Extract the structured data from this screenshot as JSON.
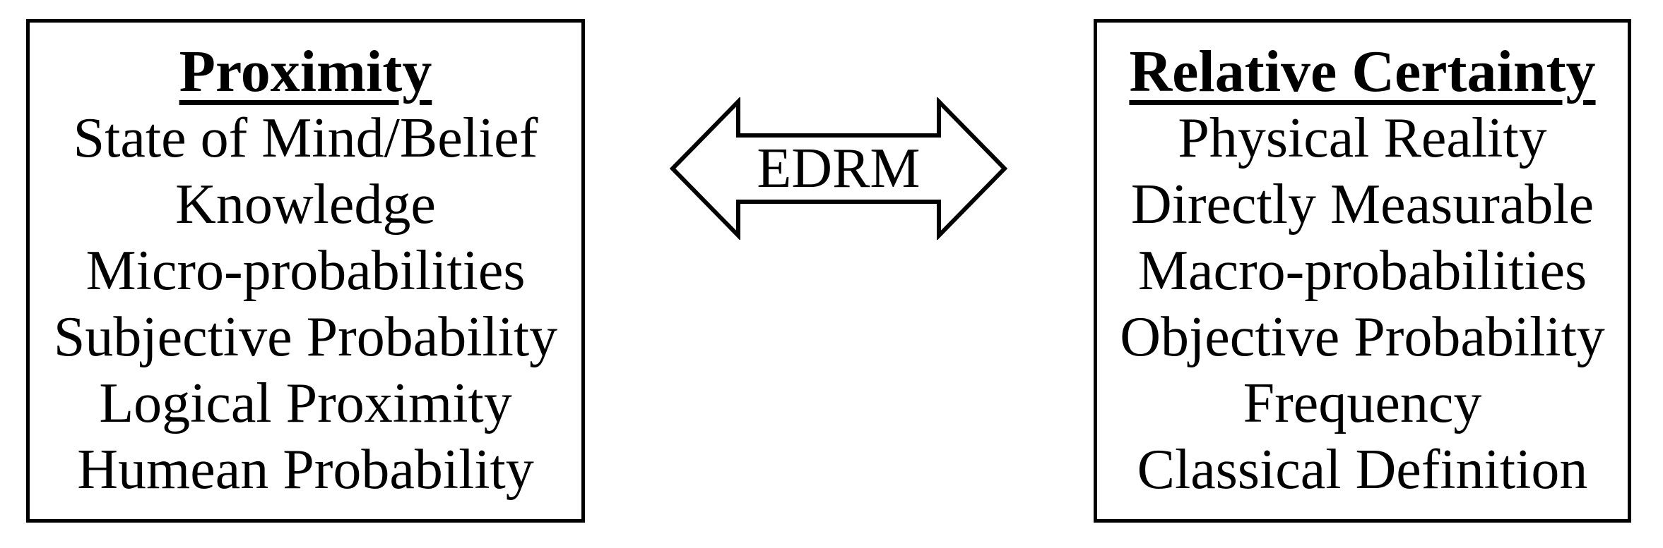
{
  "diagram": {
    "left_box": {
      "title": "Proximity",
      "items": [
        "State of Mind/Belief",
        "Knowledge",
        "Micro-probabilities",
        "Subjective Probability",
        "Logical Proximity",
        "Humean Probability"
      ]
    },
    "arrow": {
      "label": "EDRM",
      "direction": "bidirectional"
    },
    "right_box": {
      "title": "Relative Certainty",
      "items": [
        "Physical Reality",
        "Directly Measurable",
        "Macro-probabilities",
        "Objective Probability",
        "Frequency",
        "Classical Definition"
      ]
    },
    "colors": {
      "ink": "#000000",
      "background": "#ffffff"
    }
  }
}
